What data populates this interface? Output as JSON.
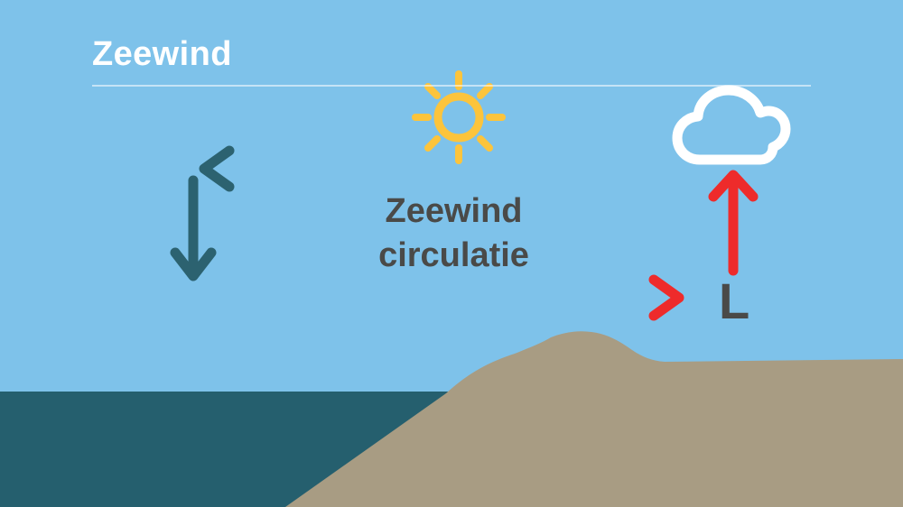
{
  "title": "Zeewind",
  "labels": {
    "circulation": "Zeewind\ncirculatie",
    "low_pressure": "L"
  },
  "icons": {
    "sun": "sun-icon",
    "cloud": "cloud-icon"
  },
  "colors": {
    "sky": "#7ec2ea",
    "sea": "#255f6e",
    "land": "#a89c83",
    "arrow_cold": "#2c6270",
    "arrow_warm": "#ee2b2b",
    "sun": "#fcc43c",
    "cloud": "#ffffff",
    "text_dark": "#4a4a48",
    "title_text": "#ffffff",
    "rule": "rgba(255,255,255,0.55)"
  },
  "diagram": {
    "type": "sea-breeze-circulation",
    "arrows": [
      {
        "name": "upper-return-flow",
        "direction": "left",
        "gradient_from": "#ee2b2b",
        "gradient_to": "#2c6270",
        "description": "warm air aloft flowing from land back out to sea"
      },
      {
        "name": "surface-sea-breeze",
        "direction": "right",
        "gradient_from": "#2c6270",
        "gradient_to": "#ee2b2b",
        "description": "cool sea air flowing inland at the surface"
      },
      {
        "name": "subsidence-over-sea",
        "direction": "down",
        "color": "#2c6270",
        "description": "cool air sinking over the sea"
      },
      {
        "name": "rising-air-over-land",
        "direction": "up",
        "color": "#ee2b2b",
        "description": "warm air rising over the land towards the cloud"
      }
    ]
  }
}
